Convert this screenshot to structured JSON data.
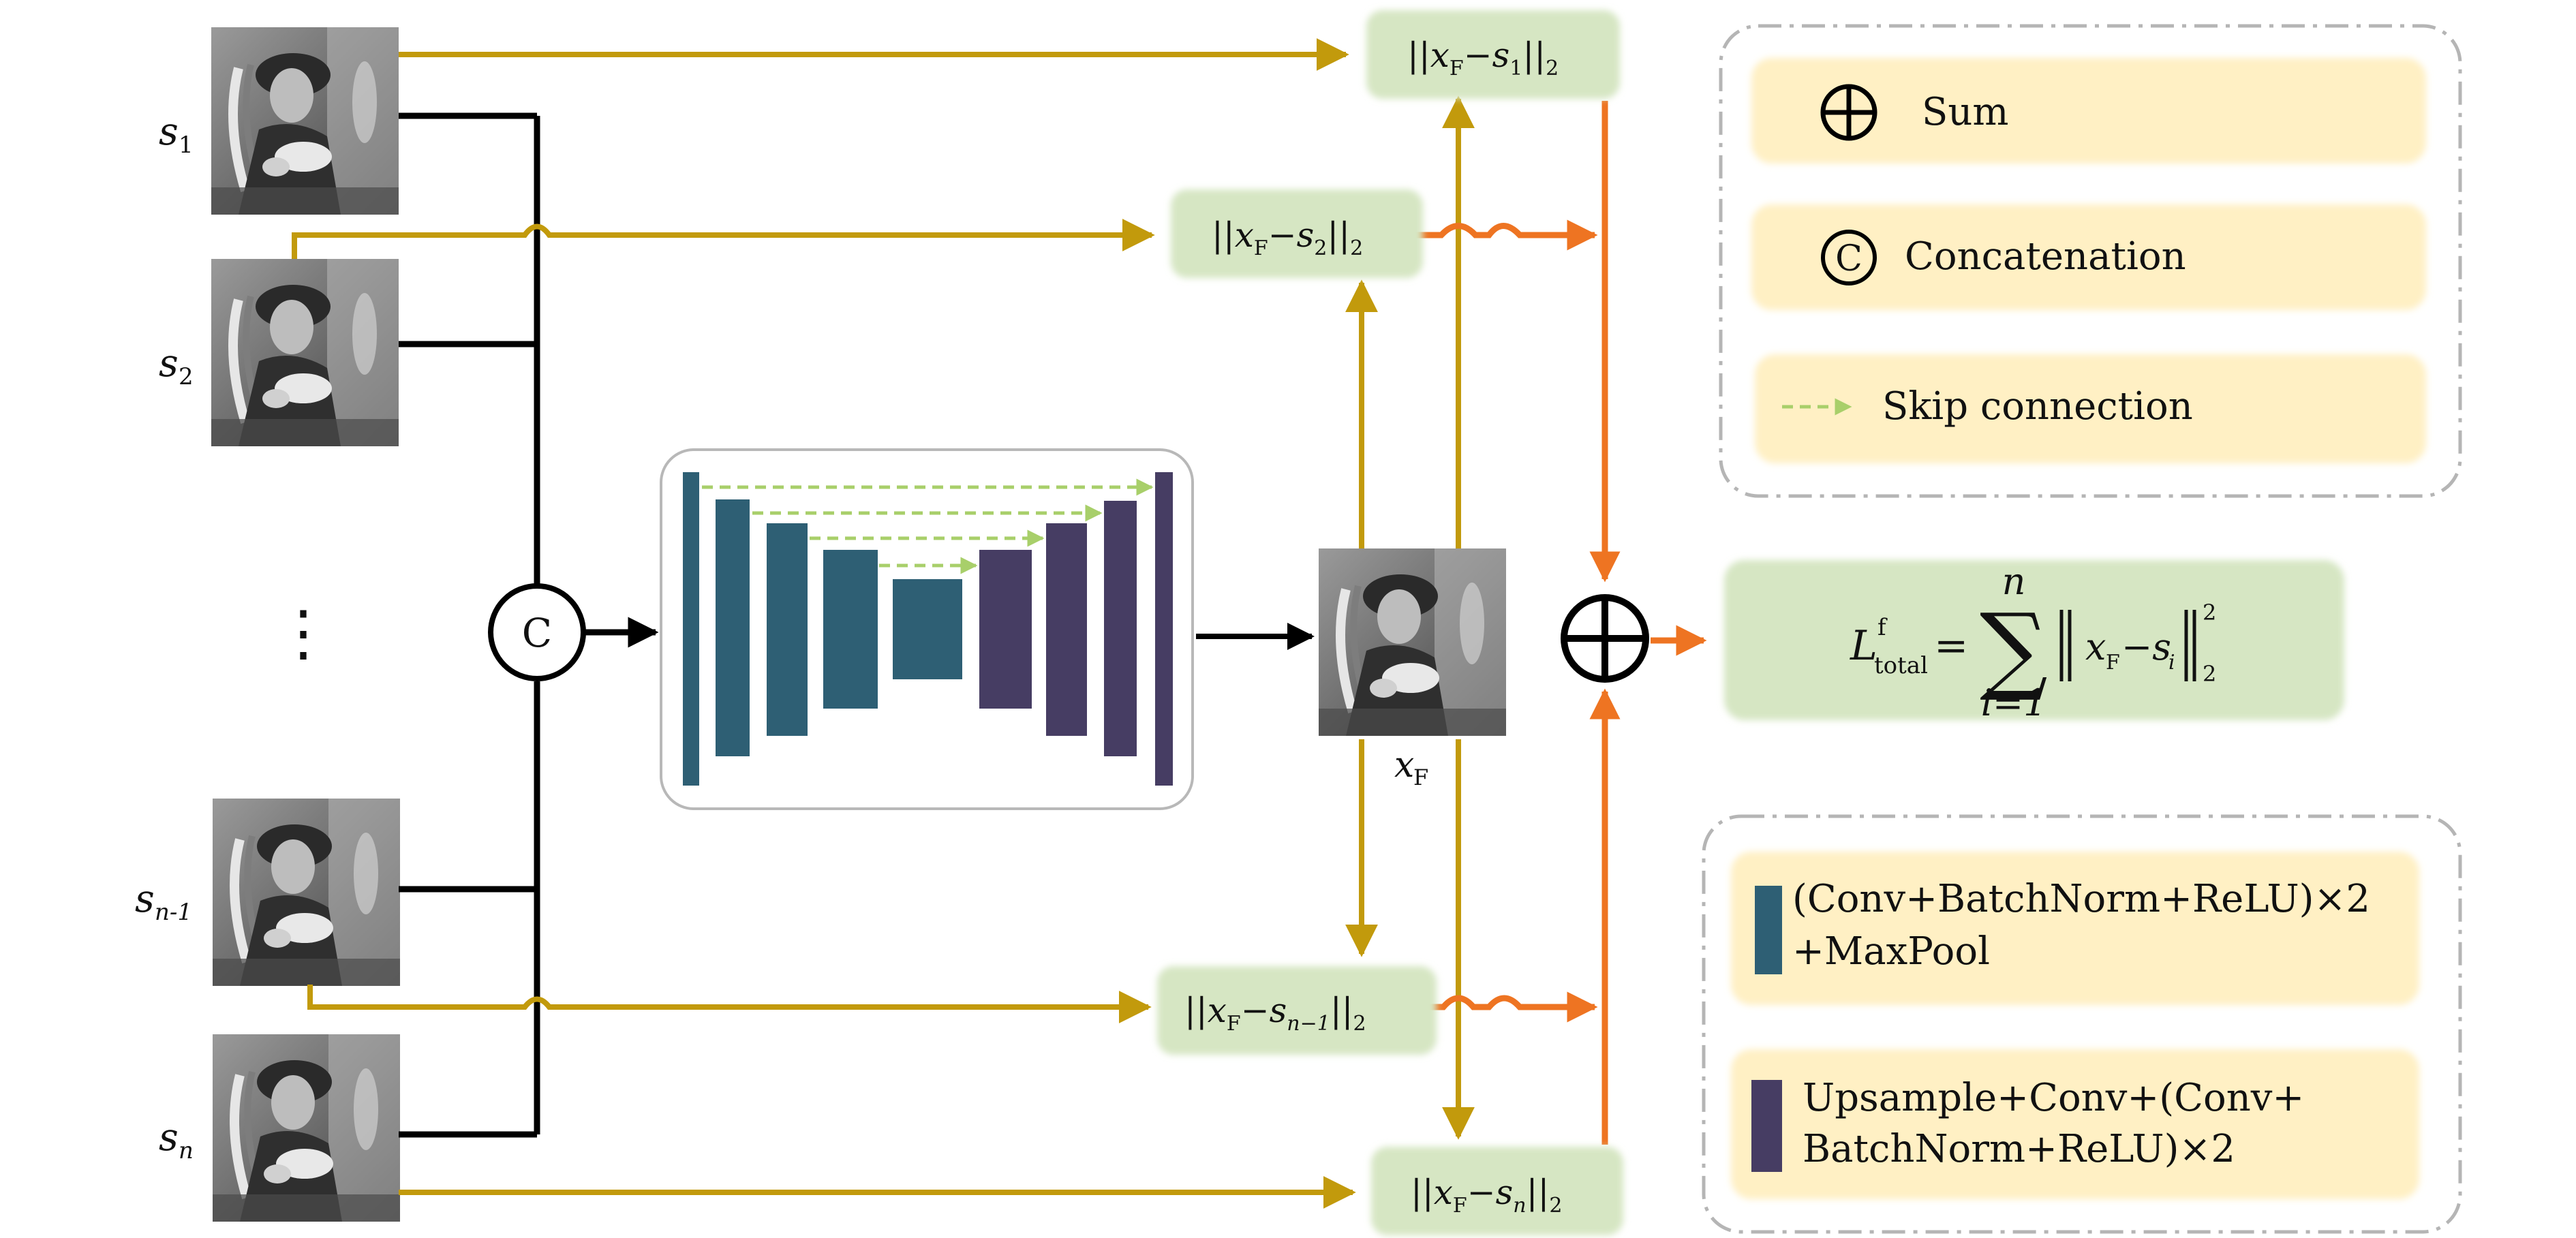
{
  "inputs": [
    {
      "label": "s",
      "sub": "1"
    },
    {
      "label": "s",
      "sub": "2"
    },
    {
      "label": "s",
      "sub": "n-1"
    },
    {
      "label": "s",
      "sub": "n"
    }
  ],
  "ellipsis": "⋮",
  "concat_symbol": "C",
  "output_label": {
    "base": "x",
    "sub": "F"
  },
  "loss_terms": [
    {
      "text": "||x",
      "sub1": "F",
      "mid": "−s",
      "sub2": "1",
      "tail": "||",
      "sub3": "2"
    },
    {
      "text": "||x",
      "sub1": "F",
      "mid": "−s",
      "sub2": "2",
      "tail": "||",
      "sub3": "2"
    },
    {
      "text": "||x",
      "sub1": "F",
      "mid": "−s",
      "sub2": "n−1",
      "tail": "||",
      "sub3": "2"
    },
    {
      "text": "||x",
      "sub1": "F",
      "mid": "−s",
      "sub2": "n",
      "tail": "||",
      "sub3": "2"
    }
  ],
  "total_loss": {
    "lhs": "L",
    "lhs_sup": "f",
    "lhs_sub": "total",
    "eq": "=",
    "sum_upper": "n",
    "sum_lower": "i=1",
    "sum": "∑",
    "body": "x",
    "body_sub": "F",
    "minus": "−s",
    "minus_sub": "i",
    "norm_sup": "2",
    "norm_sub": "2"
  },
  "legend_top": {
    "sum": "Sum",
    "concat": "Concatenation",
    "concat_symbol": "C",
    "skip": "Skip connection"
  },
  "legend_bottom": {
    "encoder_line1": "(Conv+BatchNorm+ReLU)×2",
    "encoder_line2": "+MaxPool",
    "decoder_line1": "Upsample+Conv+(Conv+",
    "decoder_line2": "BatchNorm+ReLU)×2"
  },
  "colors": {
    "gold": "#C29A0C",
    "orange": "#EE7422",
    "black": "#000000",
    "teal": "#2E5F74",
    "purple": "#463D63",
    "green_box": "#D6E6C3",
    "yellow_box": "#FFF0C4",
    "skip_green": "#A8CF6A"
  }
}
